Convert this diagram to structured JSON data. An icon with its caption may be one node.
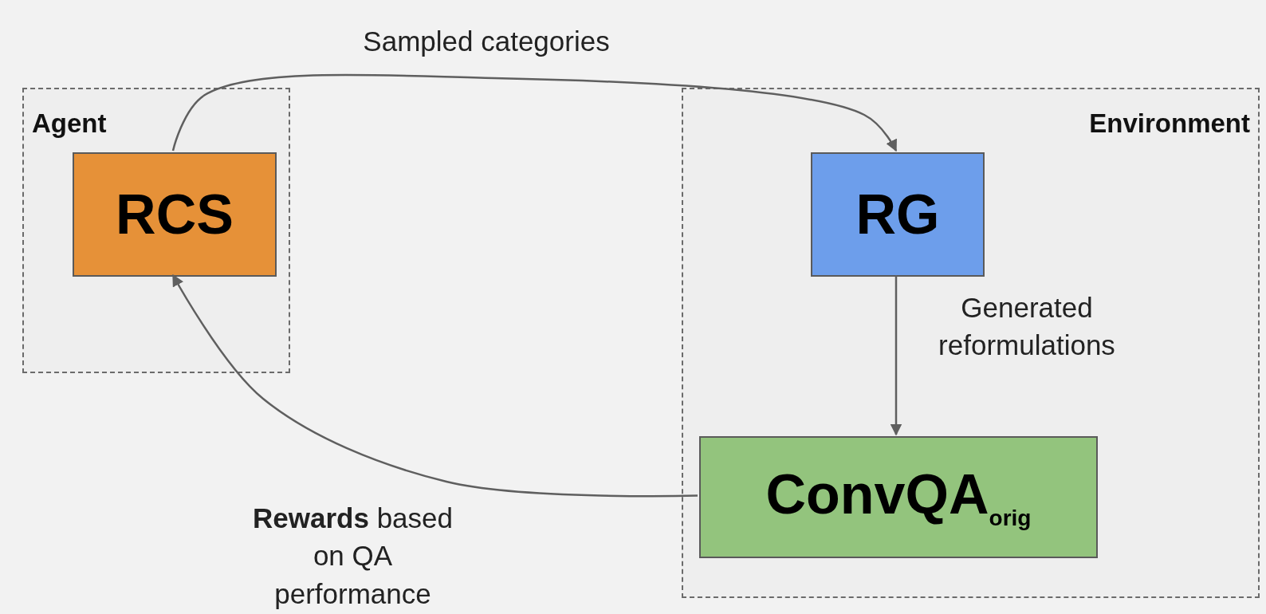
{
  "diagram": {
    "nodes": [
      {
        "text": [
          "Agent"
        ]
      },
      {
        "text": [
          "RCS"
        ],
        "in": 0
      },
      {
        "text": [
          "Environment"
        ]
      },
      {
        "text": [
          "RG"
        ],
        "in": 2
      },
      {
        "text": [
          "ConvQA$_{orig}$"
        ],
        "in": 2
      }
    ],
    "edges": [
      {
        "from": 1,
        "to": 3,
        "arrow": "to",
        "label": "Sampled categories"
      },
      {
        "from": 3,
        "to": 4,
        "arrow": "to",
        "label": "Generated reformulations"
      },
      {
        "from": 4,
        "to": 1,
        "arrow": "to",
        "label": "**Rewards** based on QA performance"
      }
    ]
  }
}
